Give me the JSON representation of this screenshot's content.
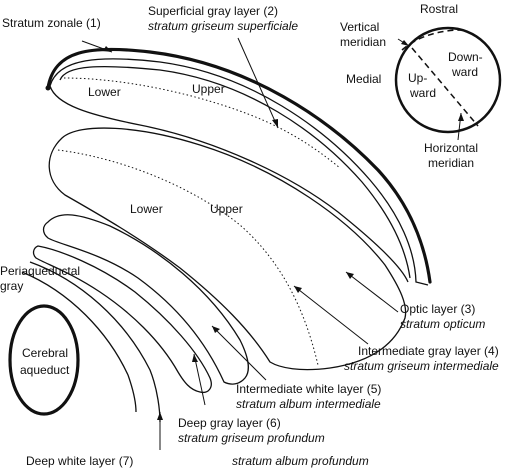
{
  "labels": {
    "stratum_zonale": "Stratum zonale (1)",
    "superficial_gray": "Superficial gray layer (2)",
    "superficial_gray_latin": "stratum griseum superficiale",
    "optic_layer": "Optic layer (3)",
    "optic_layer_latin": "stratum opticum",
    "intermediate_gray": "Intermediate gray layer (4)",
    "intermediate_gray_latin": "stratum griseum intermediale",
    "intermediate_white": "Intermediate white layer (5)",
    "intermediate_white_latin": "stratum album intermediale",
    "deep_gray": "Deep gray layer (6)",
    "deep_gray_latin": "stratum griseum profundum",
    "deep_white": "Deep white layer (7)",
    "deep_white_latin": "stratum album profundum",
    "periaqueductal_line1": "Periaqueductal",
    "periaqueductal_line2": "gray",
    "cerebral_line1": "Cerebral",
    "cerebral_line2": "aqueduct",
    "lower_1": "Lower",
    "upper_1": "Upper",
    "lower_2": "Lower",
    "upper_2": "Upper"
  },
  "orientation": {
    "rostral": "Rostral",
    "vertical_line1": "Vertical",
    "vertical_line2": "meridian",
    "medial": "Medial",
    "downward_line1": "Down-",
    "downward_line2": "ward",
    "upward_line1": "Up-",
    "upward_line2": "ward",
    "horizontal_line1": "Horizontal",
    "horizontal_line2": "meridian"
  }
}
